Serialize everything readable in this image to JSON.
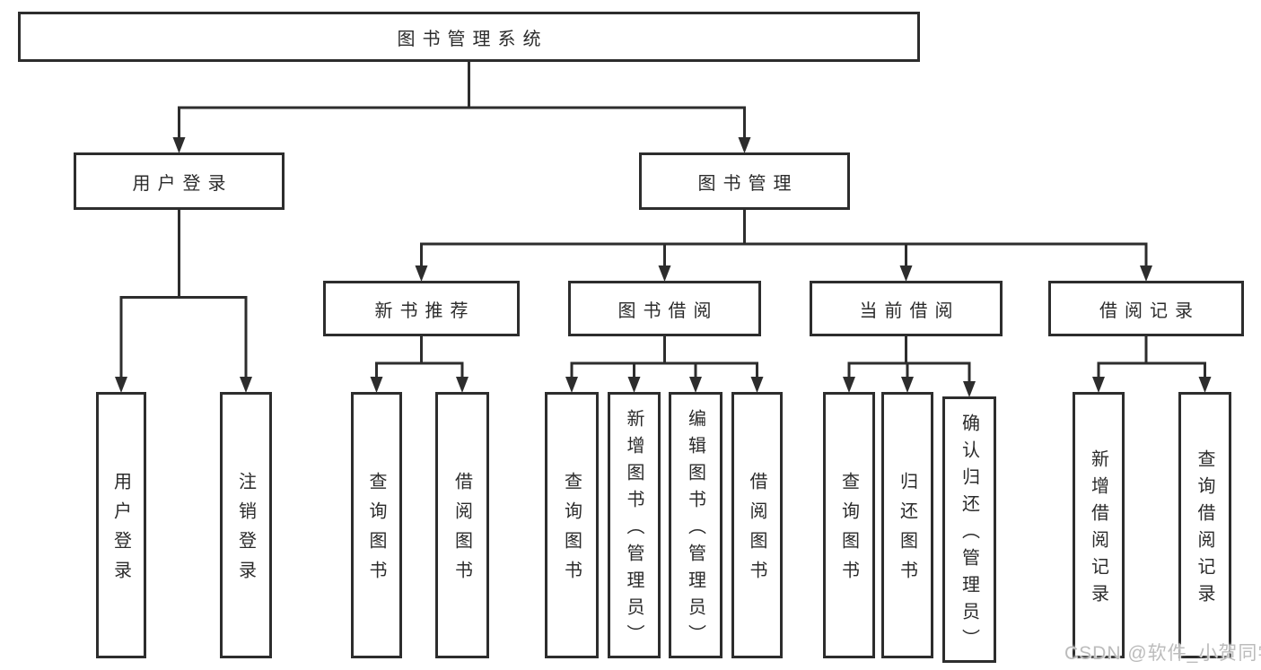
{
  "watermark": "CSDN @软件_小贺同学",
  "colors": {
    "line": "#2d2d2d",
    "text": "#2b2b2b",
    "background": "#ffffff",
    "watermark": "#bcbcbc"
  },
  "tree": {
    "root": "图书管理系统",
    "branches": [
      {
        "label": "用户登录",
        "children": [
          {
            "label": "用户登录"
          },
          {
            "label": "注销登录"
          }
        ]
      },
      {
        "label": "图书管理",
        "children": [
          {
            "label": "新书推荐",
            "children": [
              {
                "label": "查询图书"
              },
              {
                "label": "借阅图书"
              }
            ]
          },
          {
            "label": "图书借阅",
            "children": [
              {
                "label": "查询图书"
              },
              {
                "label": "新增图书（管理员）"
              },
              {
                "label": "编辑图书（管理员）"
              },
              {
                "label": "借阅图书"
              }
            ]
          },
          {
            "label": "当前借阅",
            "children": [
              {
                "label": "查询图书"
              },
              {
                "label": "归还图书"
              },
              {
                "label": "确认归还（管理员）"
              }
            ]
          },
          {
            "label": "借阅记录",
            "children": [
              {
                "label": "新增借阅记录"
              },
              {
                "label": "查询借阅记录"
              }
            ]
          }
        ]
      }
    ]
  }
}
